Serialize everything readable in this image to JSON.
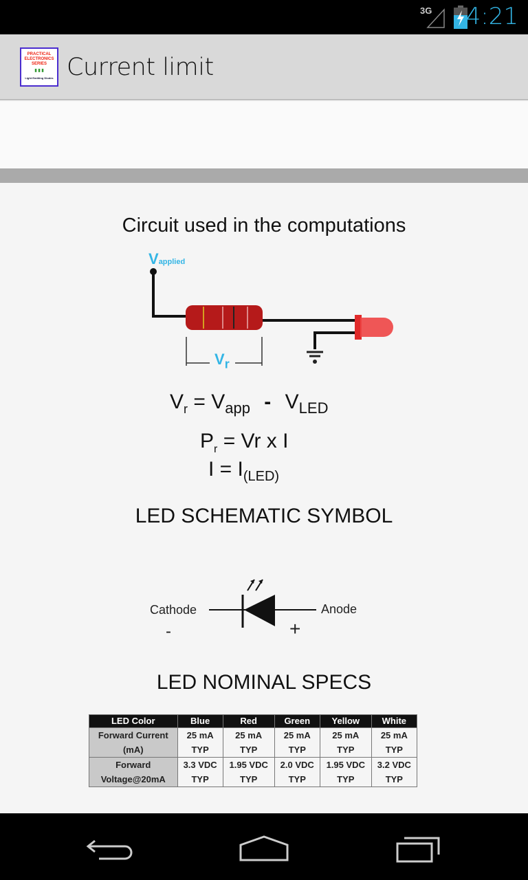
{
  "status_bar": {
    "network": "3G",
    "time": "4:21"
  },
  "action_bar": {
    "title": "Current limit",
    "app_icon_text": [
      "PRACTICAL",
      "ELECTRONICS",
      "SERIES",
      "Light Emitting Diodes"
    ]
  },
  "content": {
    "circuit_heading": "Circuit used in the computations",
    "v_applied": "V",
    "v_applied_sub": "applied",
    "vr": "V",
    "vr_sub": "r",
    "eq1": {
      "a": "V",
      "a_sub": "r",
      "eqs": "= V",
      "b_sub": "app",
      "minus": "-",
      "c": "V",
      "c_sub": "LED"
    },
    "eq2": {
      "a": "P",
      "a_sub": "r",
      "rest": "= Vr x I"
    },
    "eq3": {
      "a": "I = I",
      "a_sub": "(LED)"
    },
    "schematic_heading": "LED SCHEMATIC SYMBOL",
    "cathode": "Cathode",
    "cathode_sign": "-",
    "anode": "Anode",
    "anode_sign": "+",
    "specs_heading": "LED NOMINAL SPECS",
    "table": {
      "headers": [
        "LED Color",
        "Blue",
        "Red",
        "Green",
        "Yellow",
        "White"
      ],
      "rows": [
        {
          "label": [
            "Forward Current",
            "(mA)"
          ],
          "cells": [
            [
              "25 mA",
              "TYP"
            ],
            [
              "25 mA",
              "TYP"
            ],
            [
              "25 mA",
              "TYP"
            ],
            [
              "25 mA",
              "TYP"
            ],
            [
              "25 mA",
              "TYP"
            ]
          ]
        },
        {
          "label": [
            "Forward",
            "Voltage@20mA"
          ],
          "cells": [
            [
              "3.3 VDC",
              "TYP"
            ],
            [
              "1.95 VDC",
              "TYP"
            ],
            [
              "2.0 VDC",
              "TYP"
            ],
            [
              "1.95 VDC",
              "TYP"
            ],
            [
              "3.2 VDC",
              "TYP"
            ]
          ]
        }
      ]
    }
  },
  "colors": {
    "accent": "#33b5e5",
    "resistor": "#b01818",
    "led": "#e83030"
  }
}
